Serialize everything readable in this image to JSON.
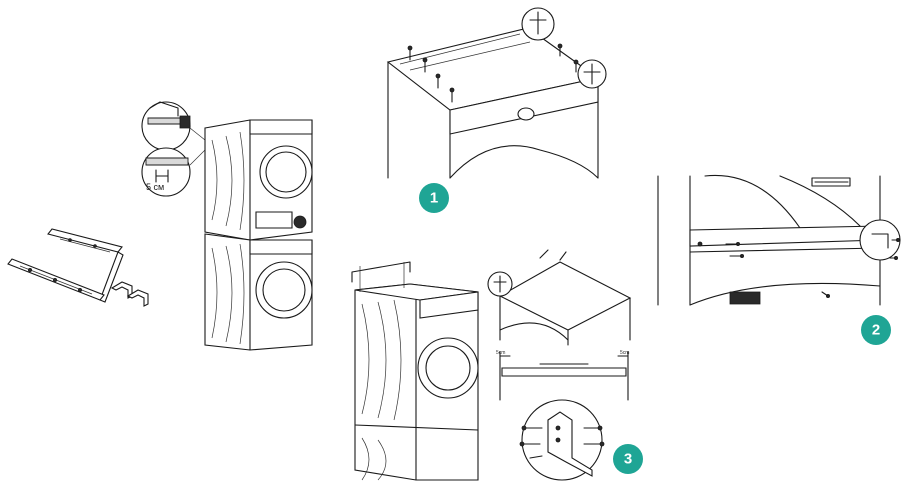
{
  "figure": {
    "gap_label": "5 cм",
    "clearance_left": "5cm",
    "clearance_right": "5cm"
  },
  "steps": [
    {
      "label": "1",
      "color": "#1fa595"
    },
    {
      "label": "2",
      "color": "#1fa595"
    },
    {
      "label": "3",
      "color": "#1fa595"
    }
  ]
}
